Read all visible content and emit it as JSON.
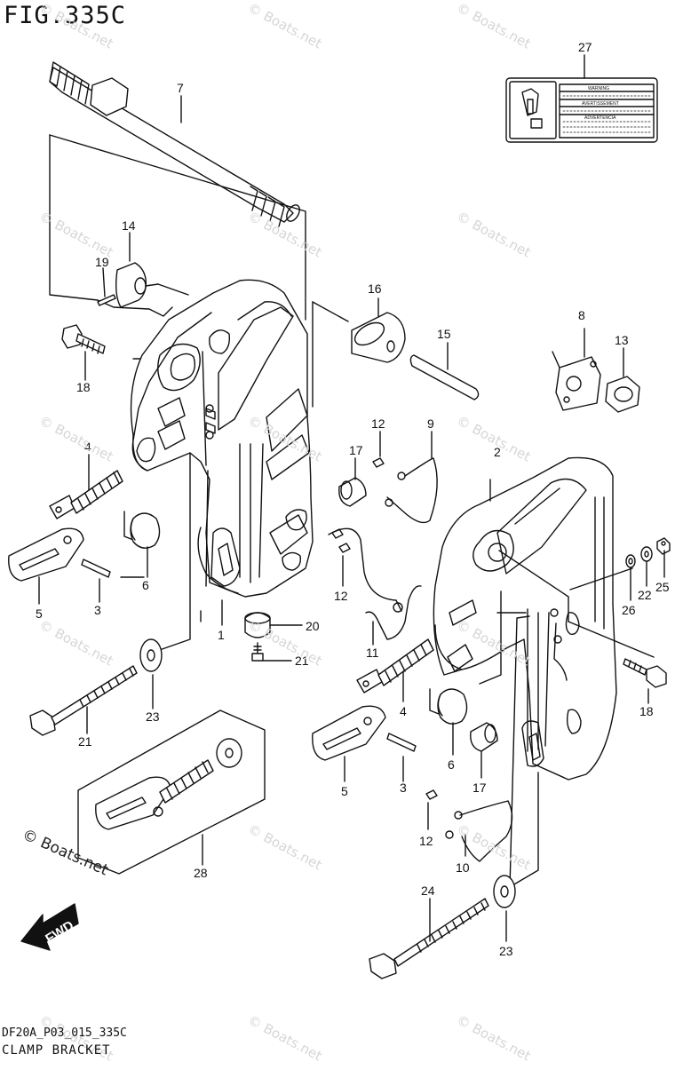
{
  "figure": {
    "title": "FIG.335C",
    "code": "DF20A_P03_015_335C",
    "name": "CLAMP BRACKET"
  },
  "watermark": {
    "text": "© Boats.net",
    "main_text": "© Boats.net"
  },
  "warning_label": {
    "lines": [
      "WARNING",
      "AVERTISSEMENT",
      "ADVERTENCIA"
    ]
  },
  "direction_arrow": {
    "label": "FWD"
  },
  "callouts": {
    "c1": "1",
    "c2": "2",
    "c3a": "3",
    "c3b": "3",
    "c4a": "4",
    "c4b": "4",
    "c5a": "5",
    "c5b": "5",
    "c6a": "6",
    "c6b": "6",
    "c7": "7",
    "c8": "8",
    "c9": "9",
    "c10": "10",
    "c11": "11",
    "c12a": "12",
    "c12b": "12",
    "c12c": "12",
    "c13": "13",
    "c14": "14",
    "c15": "15",
    "c16": "16",
    "c17a": "17",
    "c17b": "17",
    "c18a": "18",
    "c18b": "18",
    "c19": "19",
    "c20": "20",
    "c21a": "21",
    "c21b": "21",
    "c22": "22",
    "c23a": "23",
    "c23b": "23",
    "c24": "24",
    "c25": "25",
    "c26": "26",
    "c27": "27",
    "c28": "28"
  }
}
